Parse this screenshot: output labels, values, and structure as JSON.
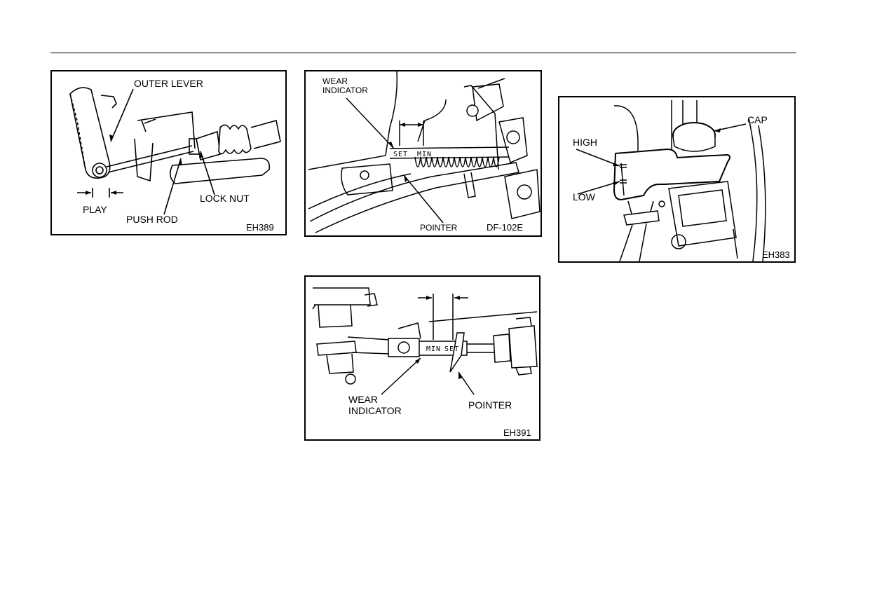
{
  "figures": [
    {
      "code": "EH389",
      "labels": {
        "outer_lever": "OUTER LEVER",
        "lock_nut": "LOCK NUT",
        "play": "PLAY",
        "push_rod": "PUSH ROD"
      }
    },
    {
      "code": "DF-102E",
      "labels": {
        "wear": "WEAR",
        "indicator": "INDICATOR",
        "set": "SET",
        "min": "MIN",
        "pointer": "POINTER"
      }
    },
    {
      "code": "EH383",
      "labels": {
        "high": "HIGH",
        "low": "LOW",
        "cap": "CAP"
      }
    },
    {
      "code": "EH391",
      "labels": {
        "min": "MIN",
        "set": "SET",
        "wear": "WEAR",
        "indicator": "INDICATOR",
        "pointer": "POINTER"
      }
    }
  ]
}
